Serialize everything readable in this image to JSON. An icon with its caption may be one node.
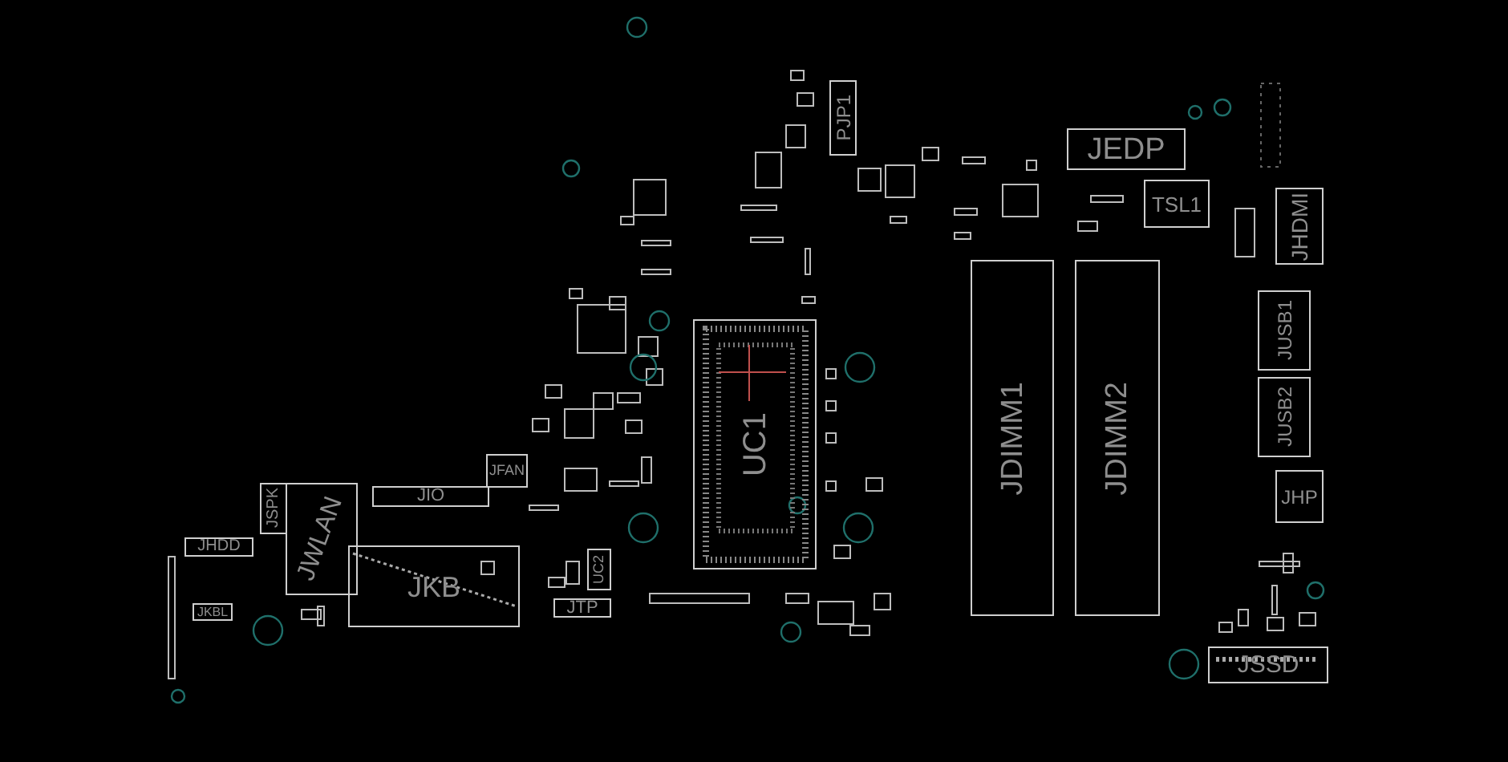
{
  "diagram": {
    "nodes": [
      {
        "text": [
          "PJP1"
        ]
      },
      {
        "text": [
          "JEDP"
        ]
      },
      {
        "text": [
          "TSL1"
        ]
      },
      {
        "text": [
          "JHDMI"
        ]
      },
      {
        "text": [
          "JDIMM1"
        ]
      },
      {
        "text": [
          "JDIMM2"
        ]
      },
      {
        "text": [
          "JUSB1"
        ]
      },
      {
        "text": [
          "JUSB2"
        ]
      },
      {
        "text": [
          "UC1"
        ]
      },
      {
        "text": [
          "JFAN"
        ]
      },
      {
        "text": [
          "JIO"
        ]
      },
      {
        "text": [
          "JSPK"
        ]
      },
      {
        "text": [
          "JWLAN"
        ]
      },
      {
        "text": [
          "JHP"
        ]
      },
      {
        "text": [
          "JHDD"
        ]
      },
      {
        "text": [
          "JKB"
        ]
      },
      {
        "text": [
          "UC2"
        ]
      },
      {
        "text": [
          "JTP"
        ]
      },
      {
        "text": [
          "JKBL"
        ]
      },
      {
        "text": [
          "JSSD"
        ]
      }
    ]
  }
}
